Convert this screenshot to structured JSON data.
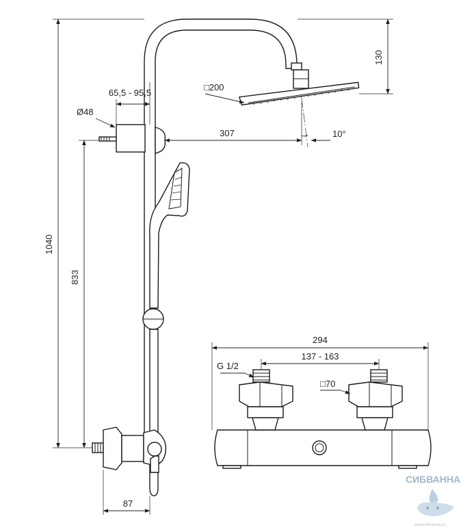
{
  "dimensions": {
    "total_height": "1040",
    "head_drop": "130",
    "head_size": "□200",
    "head_tilt": "10°",
    "arm_reach": "307",
    "bracket_adjust": "65,5 - 95,5",
    "bracket_diameter": "Ø48",
    "bracket_height": "833",
    "wall_offset": "87",
    "valve_width": "294",
    "valve_centers": "137 - 163",
    "thread": "G 1/2",
    "nut_size": "□70"
  },
  "watermark": {
    "brand": "СИБВАННА",
    "url": "www.sibvanna.ru"
  },
  "colors": {
    "line": "#1a1a1a",
    "watermark": "#9fb7cc"
  }
}
